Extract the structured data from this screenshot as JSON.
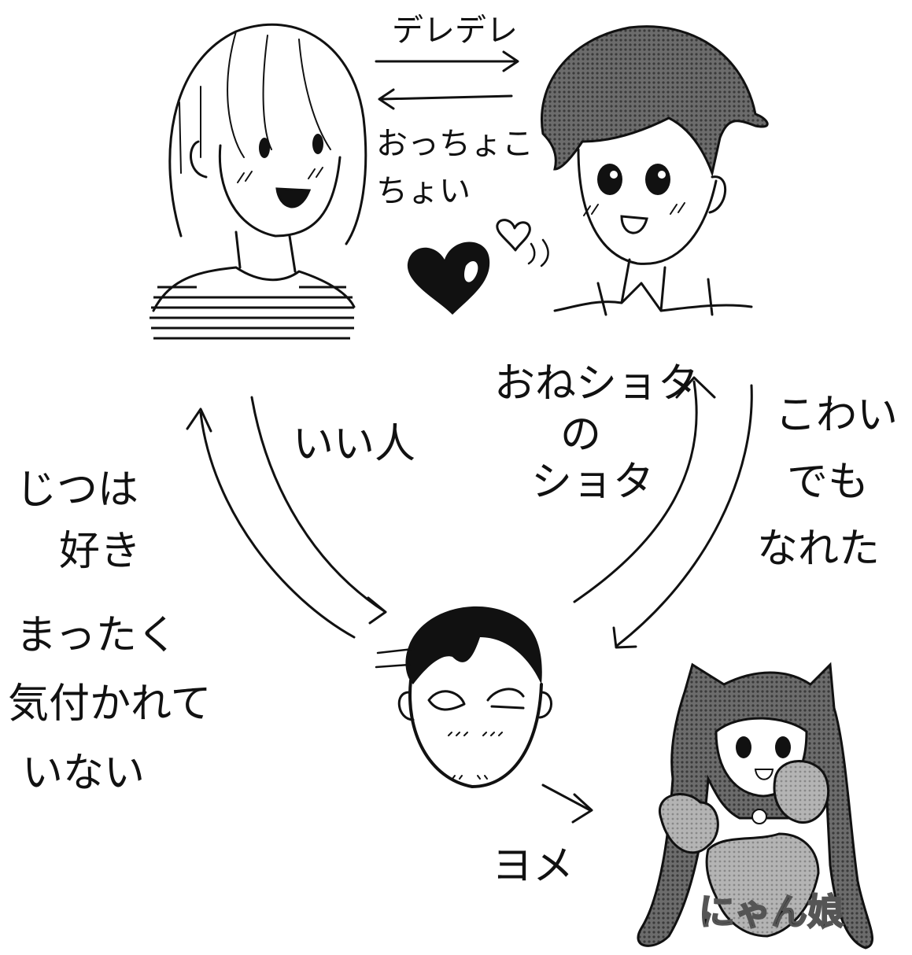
{
  "labels": {
    "dere_dere": "デレデレ",
    "occhoko_line1": "おっちょこ",
    "occhoko_line2": "ちょい",
    "ii_hito": "いい人",
    "onesho_line1": "おねショタ",
    "onesho_line2": "の",
    "onesho_line3": "ショタ",
    "kowai_line1": "こわい",
    "kowai_line2": "でも",
    "kowai_line3": "なれた",
    "jitsuwa_line1": "じつは",
    "jitsuwa_line2": "好き",
    "kizukarete_line1": "まったく",
    "kizukarete_line2": "気付かれて",
    "kizukarete_line3": "いない",
    "yome": "ヨメ",
    "nyan_musume": "にゃん娘"
  },
  "colors": {
    "ink": "#111111",
    "screentone": "#9a9a9a",
    "background": "#ffffff"
  },
  "icons": [
    "heart-icon",
    "small-heart-icon"
  ]
}
